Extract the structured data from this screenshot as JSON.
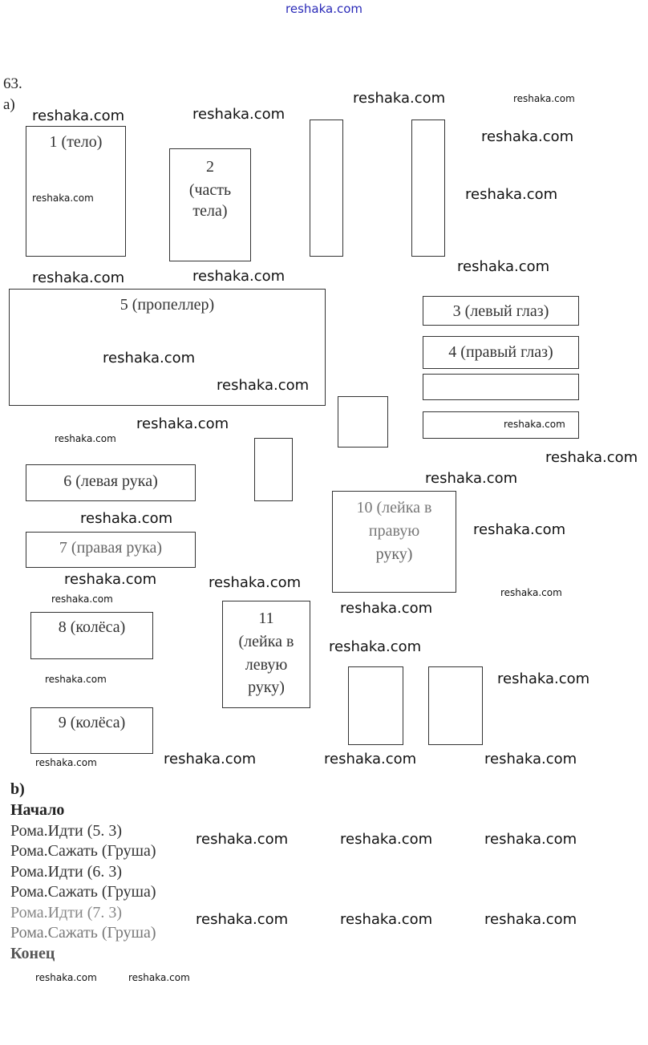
{
  "site_header": "reshaka.com",
  "task_number": "63.",
  "part_a_label": "a)",
  "part_b_label": "b)",
  "blocks": {
    "b1": "1 (тело)",
    "b2_line1": "2",
    "b2_line2": "(часть",
    "b2_line3": "тела)",
    "b3": "3 (левый глаз)",
    "b4": "4 (правый глаз)",
    "b5": "5 (пропеллер)",
    "b6": "6 (левая рука)",
    "b7": "7 (правая рука)",
    "b8": "8 (колёса)",
    "b9": "9 (колёса)",
    "b10_line1": "10 (лейка в",
    "b10_line2": "правую",
    "b10_line3": "руку)",
    "b11_line1": "11",
    "b11_line2": "(лейка в",
    "b11_line3": "левую",
    "b11_line4": "руку)"
  },
  "program": {
    "start": "Начало",
    "lines": [
      "Рома.Идти (5. 3)",
      "Рома.Сажать (Груша)",
      "Рома.Идти (6. 3)",
      "Рома.Сажать (Груша)",
      "Рома.Идти (7. 3)",
      "Рома.Сажать (Груша)"
    ],
    "end": "Конец"
  },
  "watermark": "reshaka.com"
}
